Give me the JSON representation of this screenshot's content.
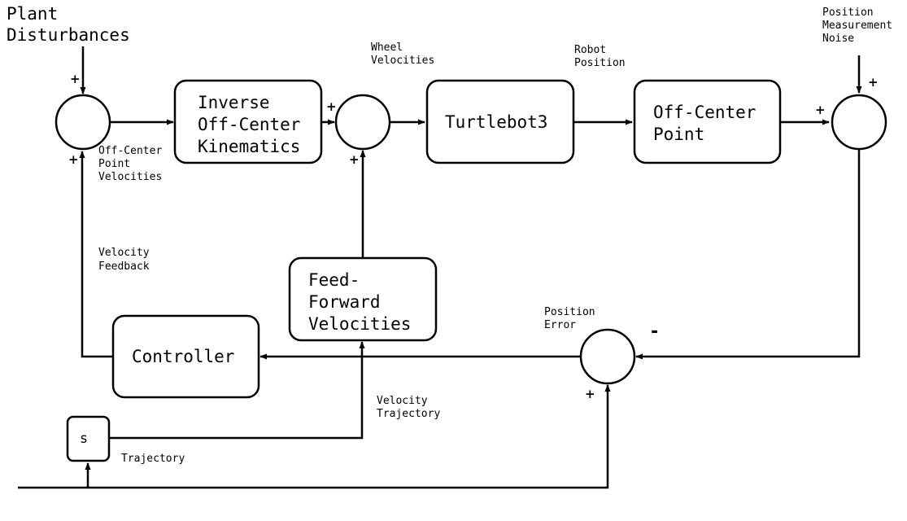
{
  "blocks": {
    "inverse_kinematics": [
      "Inverse",
      "Off-Center",
      "Kinematics"
    ],
    "turtlebot": [
      "Turtlebot3"
    ],
    "off_center_point": [
      "Off-Center",
      "Point"
    ],
    "feed_forward": [
      "Feed-",
      "Forward",
      "Velocities"
    ],
    "controller": [
      "Controller"
    ],
    "integrator": [
      "s"
    ]
  },
  "signals": {
    "plant_disturbances": [
      "Plant",
      "Disturbances"
    ],
    "wheel_velocities": [
      "Wheel",
      "Velocities"
    ],
    "robot_position": [
      "Robot",
      "Position"
    ],
    "position_measurement_noise": [
      "Position",
      "Measurement",
      "Noise"
    ],
    "off_center_point_velocities": [
      "Off-Center",
      "Point",
      "Velocities"
    ],
    "velocity_feedback": [
      "Velocity",
      "Feedback"
    ],
    "position_error": [
      "Position",
      "Error"
    ],
    "velocity_trajectory": [
      "Velocity",
      "Trajectory"
    ],
    "trajectory": [
      "Trajectory"
    ]
  },
  "signs": {
    "plus": "+",
    "minus": "-"
  }
}
